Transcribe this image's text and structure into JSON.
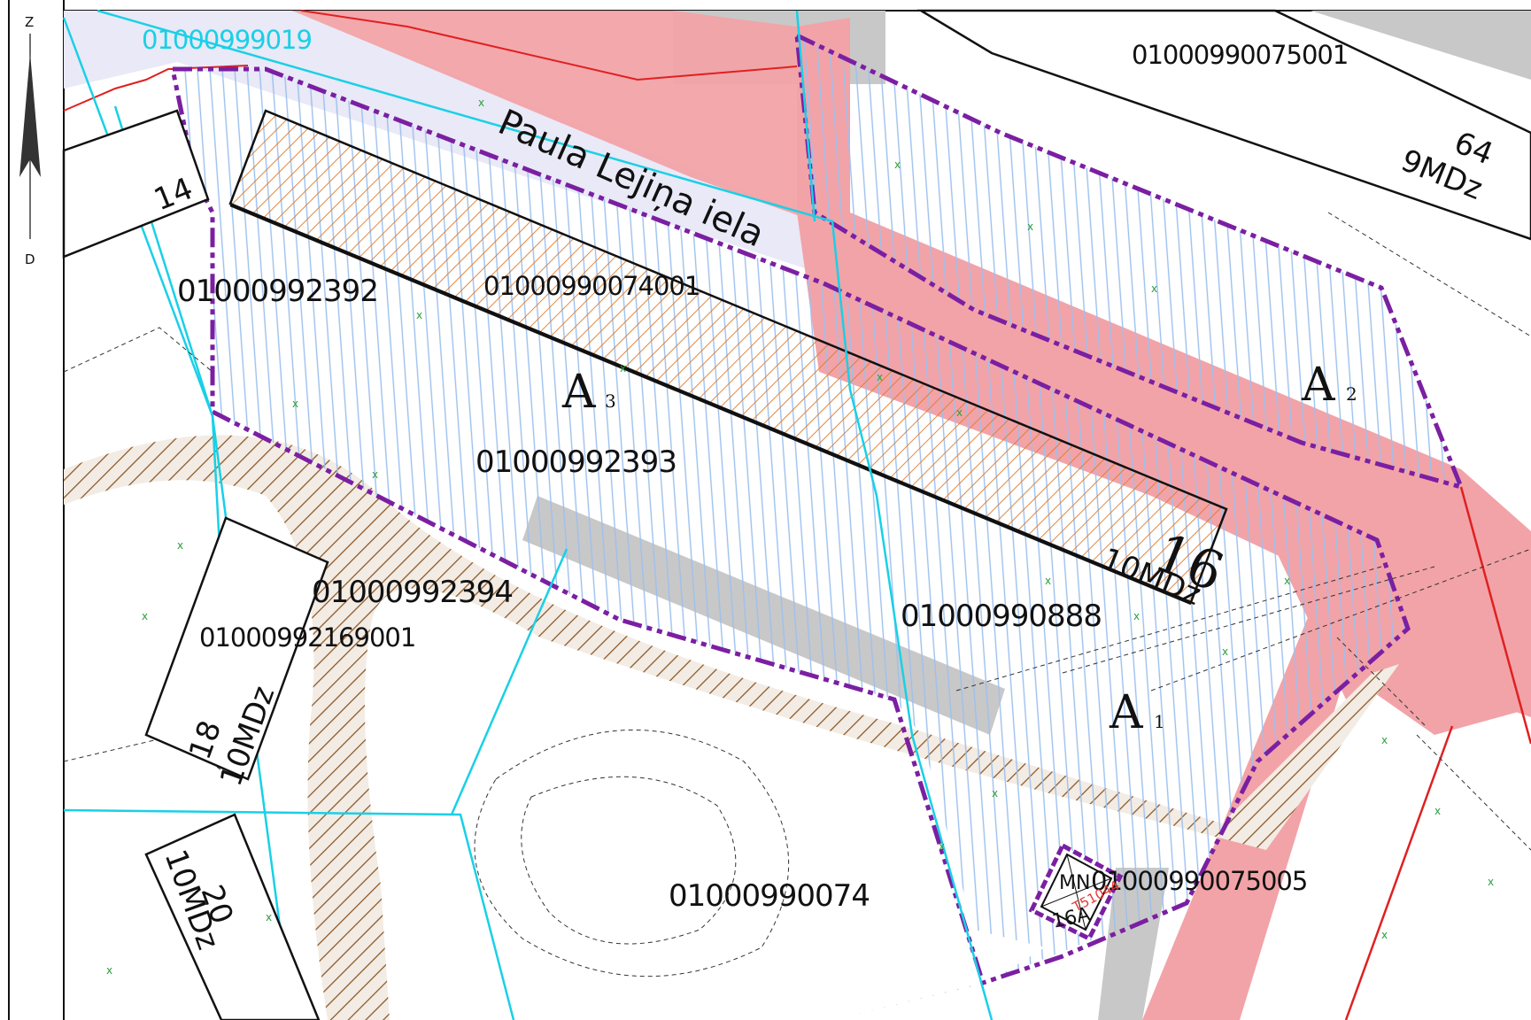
{
  "compass": {
    "north": "Z",
    "south": "D"
  },
  "street": {
    "name": "Paula Lejiņa iela"
  },
  "parcels": [
    {
      "id": "01000999019",
      "color": "#19d0e6"
    },
    {
      "id": "01000990075001"
    },
    {
      "id": "01000992392"
    },
    {
      "id": "01000990074001"
    },
    {
      "id": "01000992393"
    },
    {
      "id": "01000992394"
    },
    {
      "id": "01000992169001"
    },
    {
      "id": "01000990888"
    },
    {
      "id": "01000990074"
    },
    {
      "id": "01000990075005"
    }
  ],
  "zones": [
    {
      "letter": "A",
      "sub": "3"
    },
    {
      "letter": "A",
      "sub": "2"
    },
    {
      "letter": "A",
      "sub": "1"
    }
  ],
  "buildings": [
    {
      "number": "14"
    },
    {
      "number": "16",
      "type": "10MDz"
    },
    {
      "number": "18",
      "type": "10MDz"
    },
    {
      "number": "20",
      "type": "10MDz"
    },
    {
      "number": "64",
      "type": "9MDz"
    }
  ],
  "small_building": {
    "line1": "MN",
    "line2": "T51044",
    "line3": "16A"
  },
  "colors": {
    "road_red": "#f2a3a8",
    "boundary_purple": "#7b1fa2",
    "cadastre_cyan": "#19d0e6",
    "hatch_orange": "#e07a2a",
    "hatch_brown": "#8b5a2b",
    "road_grey": "#c8c8c8",
    "street_lavender": "#e9e9f7",
    "redline": "#e02020",
    "vertical_hatch": "#9cc0ee"
  }
}
